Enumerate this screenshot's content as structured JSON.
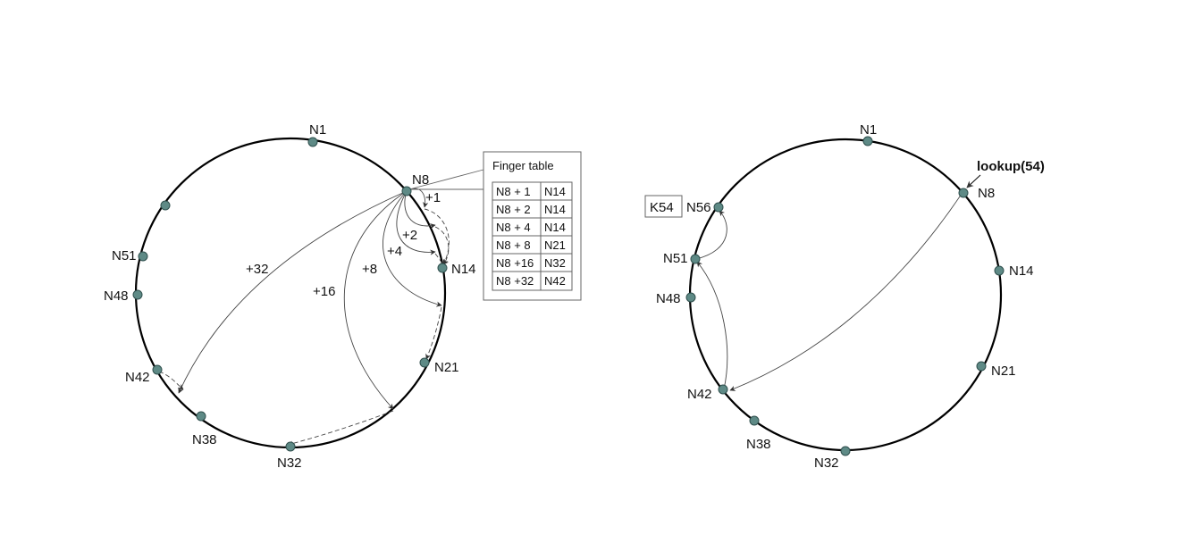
{
  "left_ring": {
    "nodes": [
      "N1",
      "N8",
      "N14",
      "N21",
      "N32",
      "N38",
      "N42",
      "N48",
      "N51",
      ""
    ],
    "finger_labels": [
      "+1",
      "+2",
      "+4",
      "+8",
      "+16",
      "+32"
    ],
    "finger_table": {
      "title": "Finger table",
      "rows": [
        {
          "start": "N8 + 1",
          "node": "N14"
        },
        {
          "start": "N8 + 2",
          "node": "N14"
        },
        {
          "start": "N8 + 4",
          "node": "N14"
        },
        {
          "start": "N8 + 8",
          "node": "N21"
        },
        {
          "start": "N8 +16",
          "node": "N32"
        },
        {
          "start": "N8 +32",
          "node": "N42"
        }
      ]
    }
  },
  "right_ring": {
    "nodes": [
      "N1",
      "N8",
      "N14",
      "N21",
      "N32",
      "N38",
      "N42",
      "N48",
      "N51",
      "N56"
    ],
    "lookup_label": "lookup(54)",
    "key_label": "K54"
  },
  "colors": {
    "node_fill": "#5e8a86",
    "ring": "#000000"
  }
}
